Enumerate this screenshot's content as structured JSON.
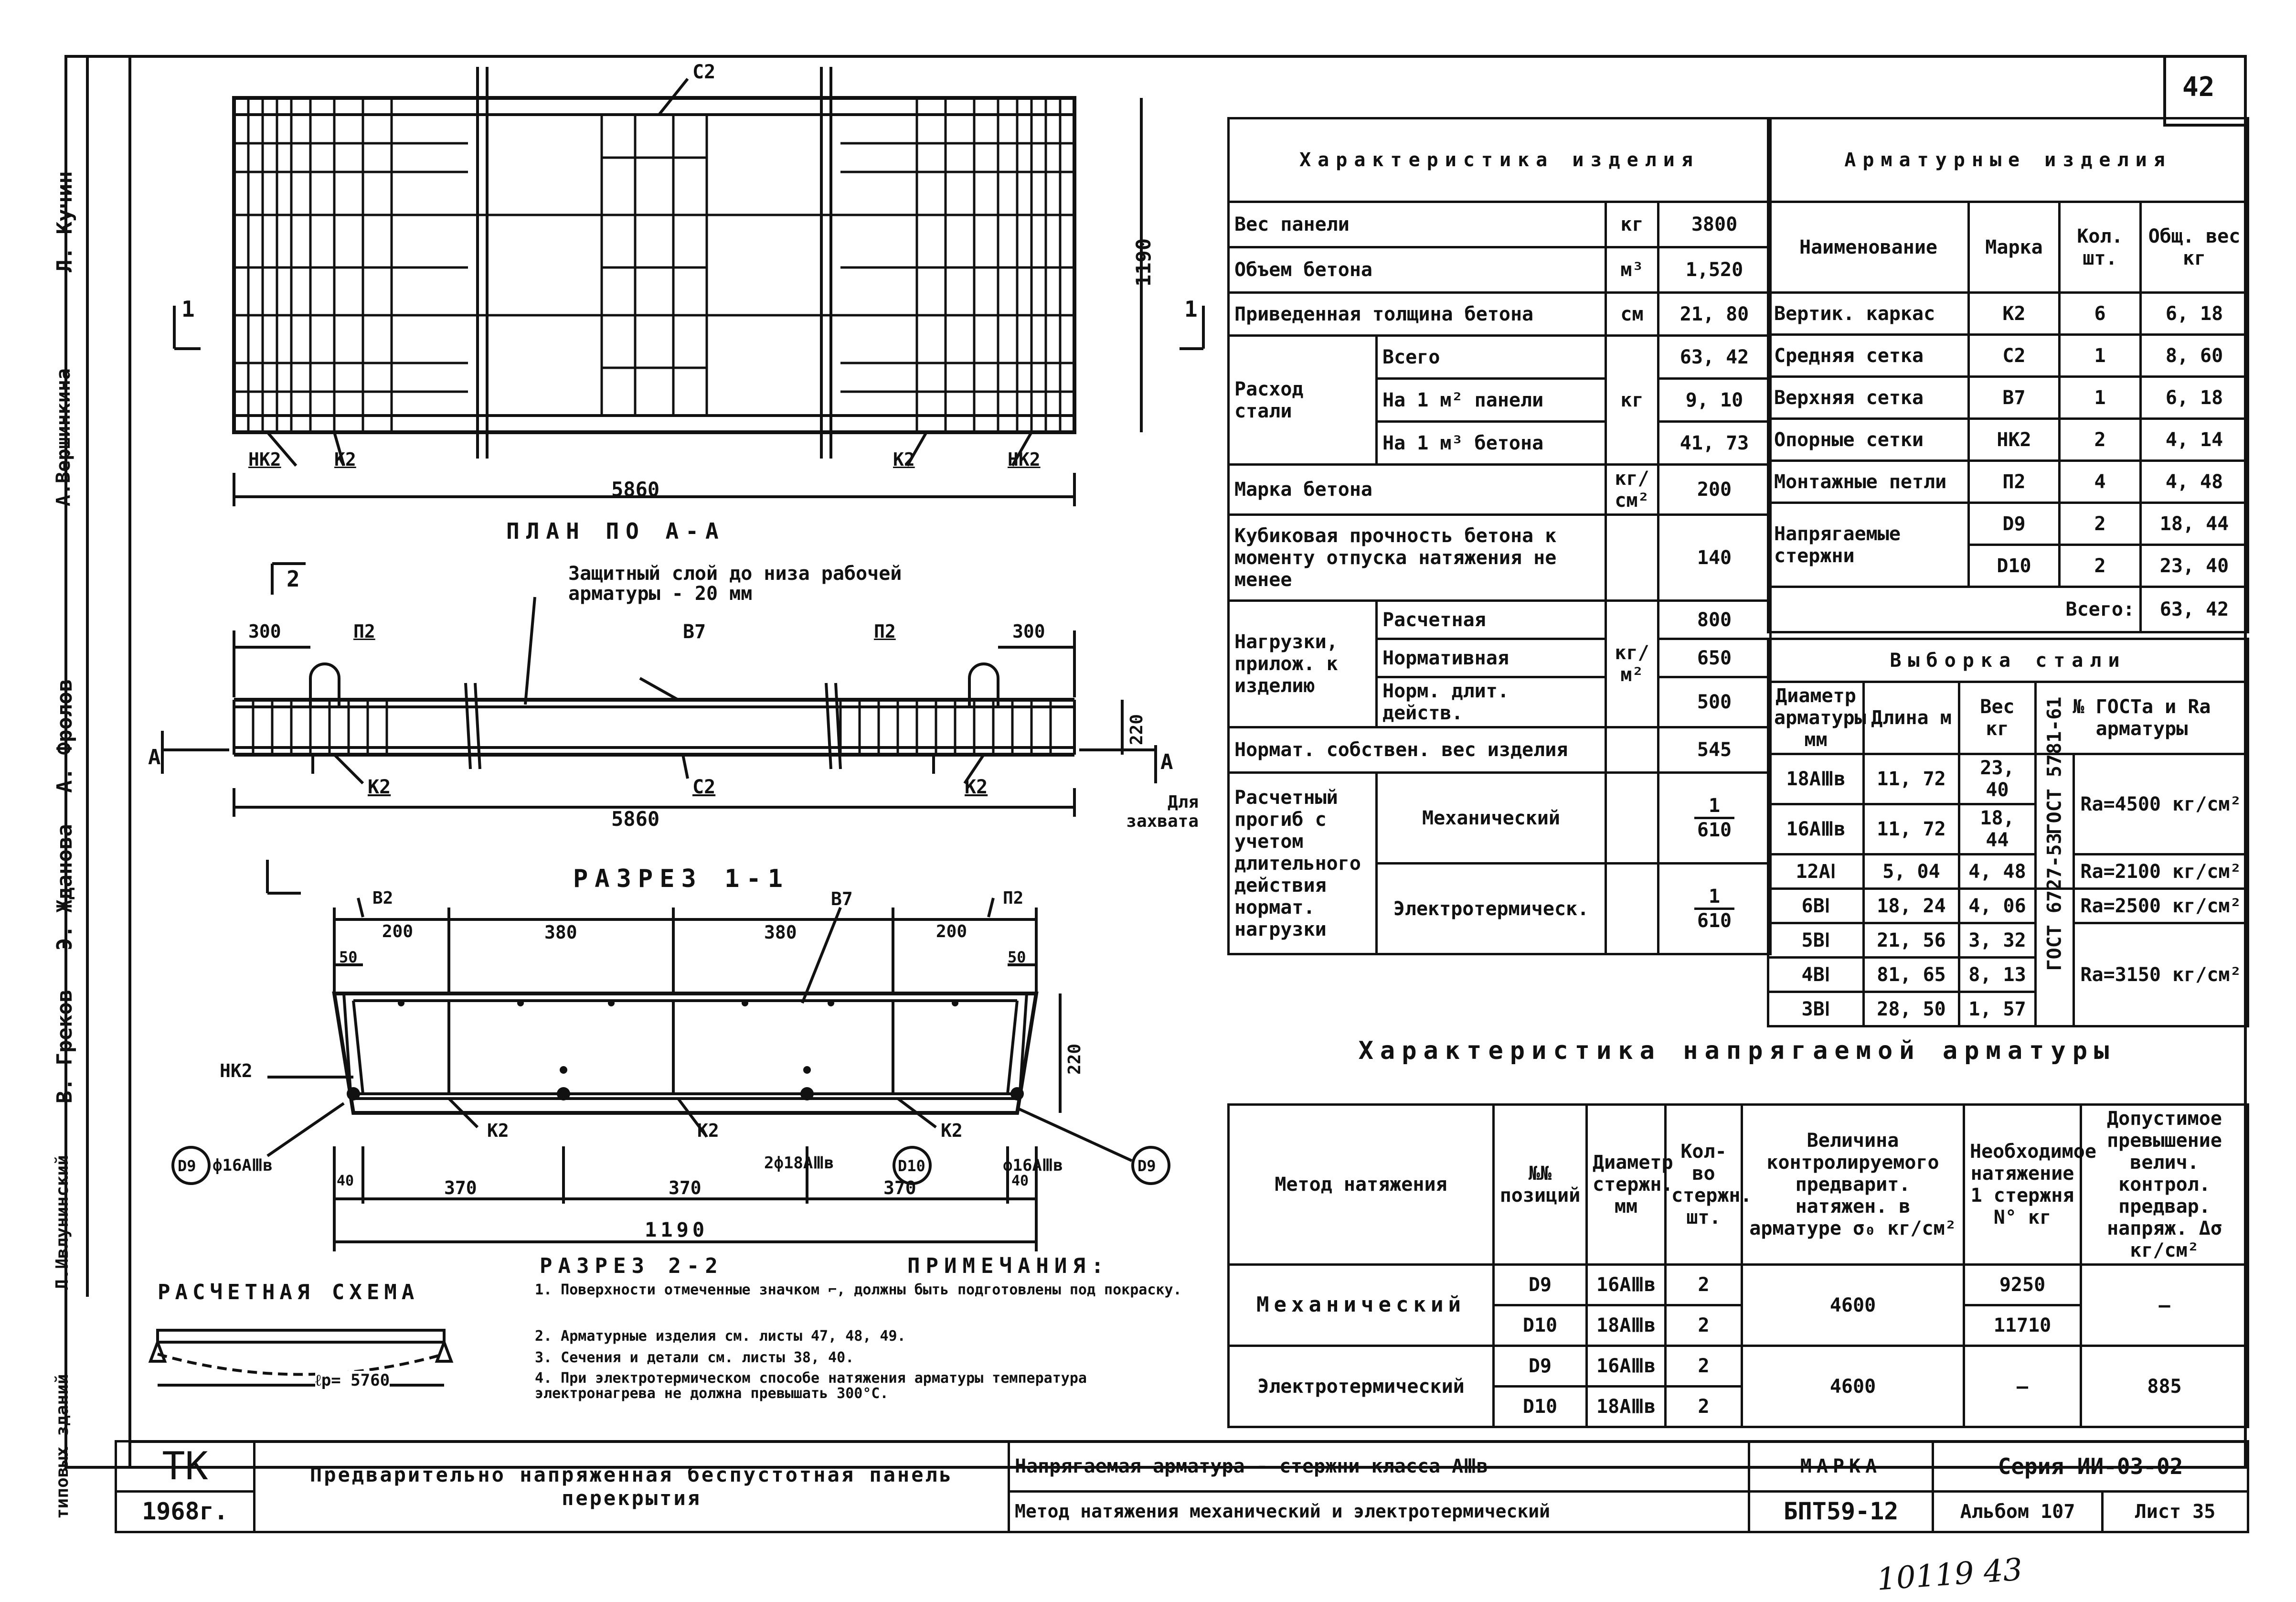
{
  "sheet_number": "42",
  "side_names": [
    "Л. Кучин",
    "А.Вершинкина",
    "А. Фролов",
    "Э. Жданова",
    "В. Греков",
    "Л.Ивлунинский",
    "типовых зданий"
  ],
  "drawing": {
    "plan_title": "ПЛАН ПО А-А",
    "plan_dim_length": "5860",
    "plan_dim_width": "1190",
    "plan_labels": {
      "c2": "С2",
      "k2": "К2",
      "nk2": "НК2",
      "sec1": "1"
    },
    "elev_labels": {
      "sec2": "2",
      "a": "А",
      "protect_note": "Защитный слой до низа рабочей арматуры - 20 мм",
      "d300": "300",
      "p2": "П2",
      "b7": "В7",
      "c2": "С2",
      "k2": "К2",
      "d220": "220",
      "length": "5860",
      "for_grip": "Для захвата"
    },
    "section11_title": "РАЗРЕЗ 1-1",
    "section_labels": {
      "b2": "В2",
      "p2": "П2",
      "b7": "В7",
      "d200": "200",
      "d380": "380",
      "d50": "50",
      "d220": "220",
      "nk2": "НК2",
      "k2": "К2",
      "d9": "D9",
      "d10": "D10",
      "bar16": "ф16АⅢв",
      "bar2x18": "2ф18АⅢв",
      "d40": "40",
      "d370": "370",
      "d1190": "1190"
    },
    "calc_scheme_title": "РАСЧЕТНАЯ СХЕМА",
    "calc_scheme_span": "ℓр= 5760",
    "section22_title": "РАЗРЕЗ 2-2",
    "notes_title": "ПРИМЕЧАНИЯ:",
    "notes": [
      "1. Поверхности отмеченные значком ⌐, должны быть подготовлены под покраску.",
      "2. Арматурные изделия см. листы 47, 48, 49.",
      "3. Сечения и детали см. листы 38, 40.",
      "4. При электротермическом способе натяжения арматуры температура электронагрева не должна превышать 300°С."
    ]
  },
  "product_table": {
    "header": "Характеристика изделия",
    "rows": {
      "weight": {
        "label": "Вес панели",
        "unit": "кг",
        "value": "3800"
      },
      "volume": {
        "label": "Объем бетона",
        "unit": "м³",
        "value": "1,520"
      },
      "thickness": {
        "label": "Приведенная толщина бетона",
        "unit": "см",
        "value": "21, 80"
      },
      "steel_label": "Расход стали",
      "steel_unit": "кг",
      "steel_total": {
        "label": "Всего",
        "value": "63, 42"
      },
      "steel_m2": {
        "label": "На 1 м² панели",
        "value": "9, 10"
      },
      "steel_m3": {
        "label": "На 1 м³ бетона",
        "value": "41, 73"
      },
      "grade": {
        "label": "Марка бетона",
        "unit": "кг/см²",
        "value": "200"
      },
      "cube": {
        "label": "Кубиковая прочность бетона к моменту отпуска натяжения не менее",
        "value": "140"
      },
      "loads_label": "Нагрузки, прилож. к изделию",
      "loads_unit": "кг/м²",
      "load_calc": {
        "label": "Расчетная",
        "value": "800"
      },
      "load_norm": {
        "label": "Нормативная",
        "value": "650"
      },
      "load_long": {
        "label": "Норм. длит. действ.",
        "value": "500"
      },
      "self_weight": {
        "label": "Нормат. собствен. вес изделия",
        "value": "545"
      },
      "deflection_label": "Расчетный прогиб с учетом длительного действия нормат. нагрузки",
      "defl_mech": {
        "label": "Механический",
        "num": "1",
        "den": "610"
      },
      "defl_elec": {
        "label": "Электротермическ.",
        "num": "1",
        "den": "610"
      }
    }
  },
  "rebar_table": {
    "header": "Арматурные изделия",
    "columns": [
      "Наименование",
      "Марка",
      "Кол. шт.",
      "Общ. вес кг"
    ],
    "rows": [
      [
        "Вертик. каркас",
        "К2",
        "6",
        "6, 18"
      ],
      [
        "Средняя сетка",
        "С2",
        "1",
        "8, 60"
      ],
      [
        "Верхняя сетка",
        "В7",
        "1",
        "6, 18"
      ],
      [
        "Опорные сетки",
        "НК2",
        "2",
        "4, 14"
      ],
      [
        "Монтажные петли",
        "П2",
        "4",
        "4, 48"
      ],
      [
        "Напрягаемые стержни",
        "D9",
        "2",
        "18, 44"
      ],
      [
        "",
        "D10",
        "2",
        "23, 40"
      ]
    ],
    "total_label": "Всего:",
    "total_value": "63, 42"
  },
  "steel_table": {
    "header": "Выборка стали",
    "columns": [
      "Диаметр арматуры мм",
      "Длина м",
      "Вес кг",
      "№ ГОСТа и Ra арматуры"
    ],
    "rows": [
      [
        "18АⅢв",
        "11, 72",
        "23, 40"
      ],
      [
        "16АⅢв",
        "11, 72",
        "18, 44"
      ],
      [
        "12АⅠ",
        "5, 04",
        "4, 48"
      ],
      [
        "6BⅠ",
        "18, 24",
        "4, 06"
      ],
      [
        "5BⅠ",
        "21, 56",
        "3, 32"
      ],
      [
        "4BⅠ",
        "81, 65",
        "8, 13"
      ],
      [
        "3BⅠ",
        "28, 50",
        "1, 57"
      ]
    ],
    "gost1": "ГОСТ 5781-61",
    "gost2": "ГОСТ 6727-53",
    "ra": [
      "Ra=4500 кг/см²",
      "Ra=2100 кг/см²",
      "Ra=2500 кг/см²",
      "Ra=3150 кг/см²"
    ]
  },
  "tension_table": {
    "header": "Характеристика напрягаемой арматуры",
    "columns": [
      "Метод натяжения",
      "№№ позиций",
      "Диаметр стержн. мм",
      "Кол-во стержн. шт.",
      "Величина контролируемого предварит. натяжен. в арматуре σ₀ кг/см²",
      "Необходимое натяжение 1 стержня N° кг",
      "Допустимое превышение велич. контрол. предвар. напряж. Δσ кг/см²"
    ],
    "rows": [
      {
        "method": "Механический",
        "positions": [
          "D9",
          "D10"
        ],
        "diam": [
          "16АⅢв",
          "18АⅢв"
        ],
        "count": [
          "2",
          "2"
        ],
        "sigma": "4600",
        "force": [
          "9250",
          "11710"
        ],
        "excess": "—"
      },
      {
        "method": "Электротермический",
        "positions": [
          "D9",
          "D10"
        ],
        "diam": [
          "16АⅢв",
          "18АⅢв"
        ],
        "count": [
          "2",
          "2"
        ],
        "sigma": "4600",
        "force": [
          "—"
        ],
        "excess": "885"
      }
    ]
  },
  "title_block": {
    "org": "ТК",
    "year": "1968г.",
    "title": "Предварительно напряженная беспустотная панель перекрытия",
    "desc1": "Напрягаемая арматура - стержни класса АⅢв",
    "desc2": "Метод натяжения механический и электротермический",
    "mark_label": "МАРКА",
    "mark": "БПТ59-12",
    "series": "Серия ИИ-03-02",
    "album": "Альбом 107",
    "sheet": "Лист 35"
  },
  "handwritten_number": "10119 43"
}
